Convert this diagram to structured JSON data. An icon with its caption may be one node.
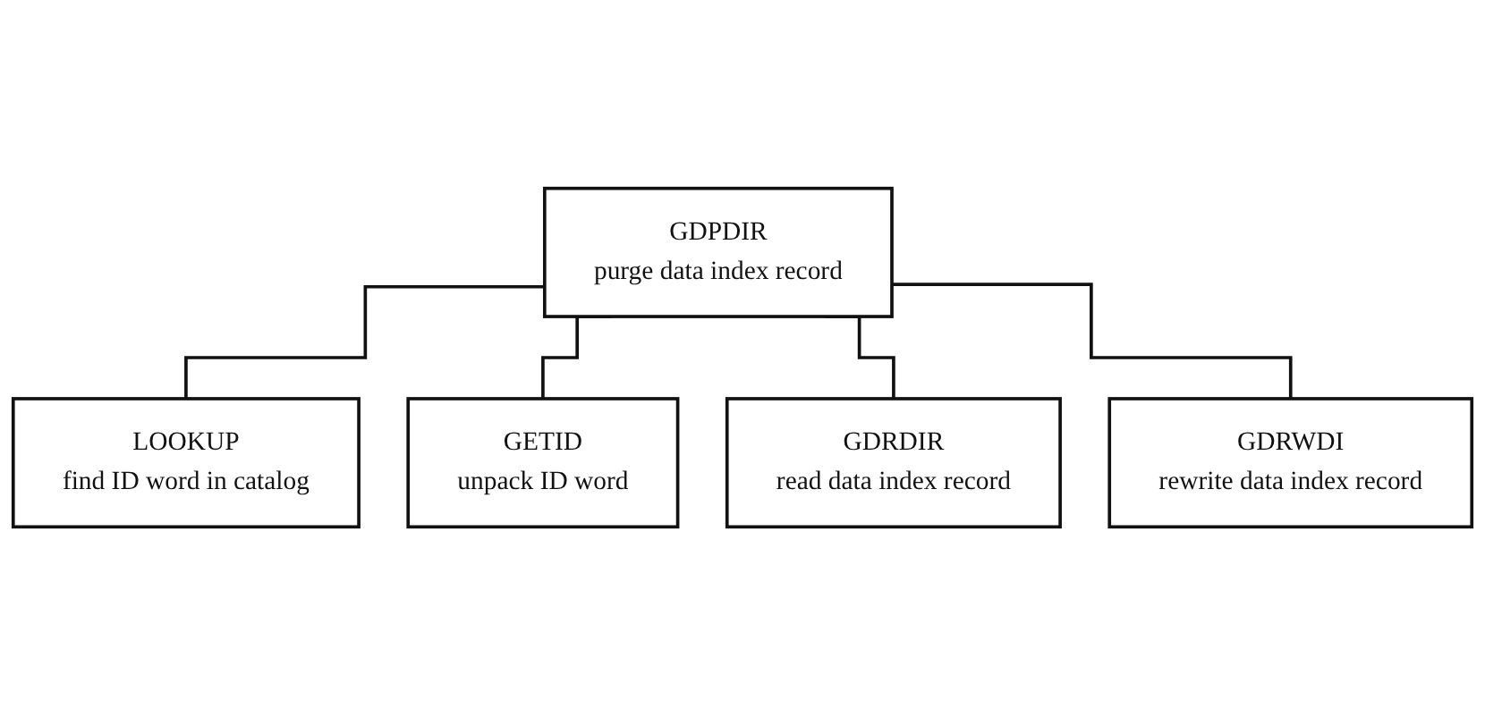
{
  "diagram": {
    "nodes": [
      {
        "text": [
          "GDPDIR",
          "purge data index record"
        ]
      },
      {
        "text": [
          "LOOKUP",
          "find ID word in catalog"
        ]
      },
      {
        "text": [
          "GETID",
          "unpack ID word"
        ]
      },
      {
        "text": [
          "GDRDIR",
          "read data index record"
        ]
      },
      {
        "text": [
          "GDRWDI",
          "rewrite data index record"
        ]
      }
    ],
    "edges": [
      {
        "from": 0,
        "to": 1,
        "arrow": "none"
      },
      {
        "from": 0,
        "to": 2,
        "arrow": "none"
      },
      {
        "from": 0,
        "to": 3,
        "arrow": "none"
      },
      {
        "from": 0,
        "to": 4,
        "arrow": "none"
      }
    ]
  }
}
